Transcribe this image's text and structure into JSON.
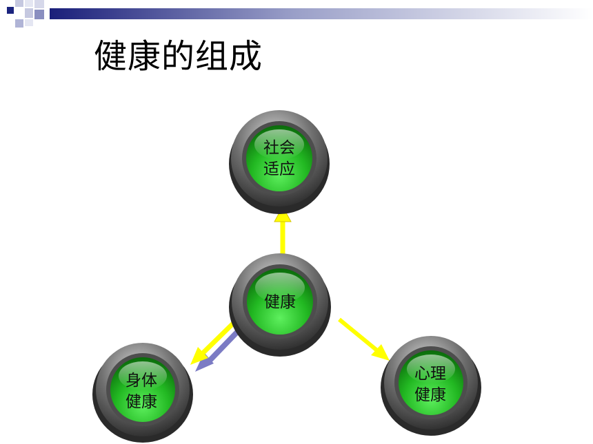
{
  "slide": {
    "title": "健康的组成"
  },
  "diagram": {
    "center": {
      "line1": "健康",
      "line2": ""
    },
    "top": {
      "line1": "社会",
      "line2": "适应"
    },
    "left": {
      "line1": "身体",
      "line2": "健康"
    },
    "right": {
      "line1": "心理",
      "line2": "健康"
    }
  },
  "colors": {
    "accent_navy": "#1a237e",
    "node_green": "#2ecc2e",
    "arrow_yellow": "#ffff00",
    "arrow_shadow": "#7b7bc4"
  }
}
